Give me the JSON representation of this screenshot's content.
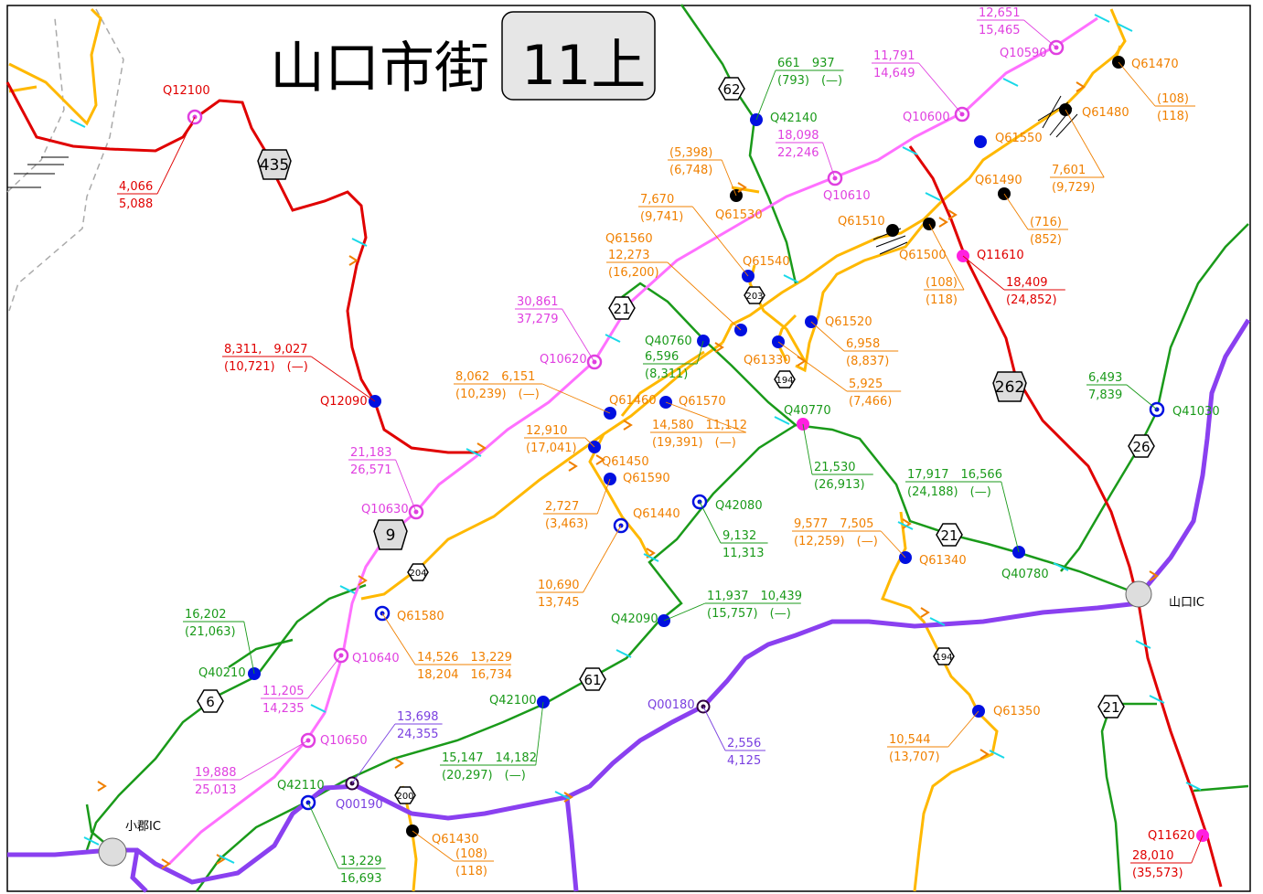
{
  "title": "山口市街",
  "sheet": "11上",
  "interchanges": [
    {
      "name": "山口IC"
    },
    {
      "name": "小郡IC"
    }
  ],
  "route_shields": [
    "435",
    "62",
    "21",
    "203",
    "194",
    "262",
    "26",
    "21",
    "9",
    "204",
    "6",
    "61",
    "194",
    "21",
    "200"
  ],
  "stations": [
    {
      "id": "Q12100",
      "vals": [
        "4,066",
        "5,088"
      ],
      "color": "#e00000"
    },
    {
      "id": "Q12090",
      "vals": [
        "8,311,　9,027",
        "(10,721)　(—)"
      ],
      "color": "#e00000"
    },
    {
      "id": "Q11610",
      "vals": [
        "18,409",
        "(24,852)"
      ],
      "color": "#e00000"
    },
    {
      "id": "Q11620",
      "vals": [
        "28,010",
        "(35,573)"
      ],
      "color": "#e00000"
    },
    {
      "id": "Q10590",
      "vals": [
        "12,651",
        "15,465"
      ],
      "color": "#e040e0"
    },
    {
      "id": "Q10600",
      "vals": [
        "11,791",
        "14,649"
      ],
      "color": "#e040e0"
    },
    {
      "id": "Q10610",
      "vals": [
        "18,098",
        "22,246"
      ],
      "color": "#e040e0"
    },
    {
      "id": "Q10620",
      "vals": [
        "30,861",
        "37,279"
      ],
      "color": "#e040e0"
    },
    {
      "id": "Q10630",
      "vals": [
        "21,183",
        "26,571"
      ],
      "color": "#e040e0"
    },
    {
      "id": "Q10640",
      "vals": [
        "11,205",
        "14,235"
      ],
      "color": "#e040e0"
    },
    {
      "id": "Q10650",
      "vals": [
        "19,888",
        "25,013"
      ],
      "color": "#e040e0"
    },
    {
      "id": "Q42140",
      "vals": [
        "661　937",
        "(793)　(—)"
      ],
      "color": "#1a9a1a"
    },
    {
      "id": "Q40760",
      "vals": [
        "6,596",
        "(8,311)"
      ],
      "color": "#1a9a1a"
    },
    {
      "id": "Q40770",
      "vals": [
        "21,530",
        "(26,913)"
      ],
      "color": "#1a9a1a"
    },
    {
      "id": "Q40780",
      "vals": [
        "17,917　16,566",
        "(24,188)　(—)"
      ],
      "color": "#1a9a1a"
    },
    {
      "id": "Q41030",
      "vals": [
        "6,493",
        "7,839"
      ],
      "color": "#1a9a1a"
    },
    {
      "id": "Q42080",
      "vals": [
        "9,132",
        "11,313"
      ],
      "color": "#1a9a1a"
    },
    {
      "id": "Q42090",
      "vals": [
        "11,937　10,439",
        "(15,757)　(—)"
      ],
      "color": "#1a9a1a"
    },
    {
      "id": "Q40210",
      "vals": [
        "16,202",
        "(21,063)"
      ],
      "color": "#1a9a1a"
    },
    {
      "id": "Q42100",
      "vals": [
        "15,147　14,182",
        "(20,297)　(—)"
      ],
      "color": "#1a9a1a"
    },
    {
      "id": "Q42110",
      "vals": [
        "13,229",
        "16,693"
      ],
      "color": "#1a9a1a"
    },
    {
      "id": "Q61470",
      "vals": [
        "(108)",
        "(118)"
      ],
      "color": "#f08000"
    },
    {
      "id": "Q61480",
      "vals": [
        "7,601",
        "(9,729)"
      ],
      "color": "#f08000"
    },
    {
      "id": "Q61550",
      "vals": [
        "",
        ""
      ],
      "color": "#f08000"
    },
    {
      "id": "Q61490",
      "vals": [
        "(716)",
        "(852)"
      ],
      "color": "#f08000"
    },
    {
      "id": "Q61510",
      "vals": [
        "",
        ""
      ],
      "color": "#f08000"
    },
    {
      "id": "Q61500",
      "vals": [
        "(108)",
        "(118)"
      ],
      "color": "#f08000"
    },
    {
      "id": "Q61530",
      "vals": [
        "(5,398)",
        "(6,748)"
      ],
      "color": "#f08000"
    },
    {
      "id": "Q61540",
      "vals": [
        "7,670",
        "(9,741)"
      ],
      "color": "#f08000"
    },
    {
      "id": "Q61560",
      "vals": [
        "12,273",
        "(16,200)"
      ],
      "color": "#f08000"
    },
    {
      "id": "Q61520",
      "vals": [
        "6,958",
        "(8,837)"
      ],
      "color": "#f08000"
    },
    {
      "id": "Q61330",
      "vals": [
        "5,925",
        "(7,466)"
      ],
      "color": "#f08000"
    },
    {
      "id": "Q61460",
      "vals": [
        "8,062　6,151",
        "(10,239)　(—)"
      ],
      "color": "#f08000"
    },
    {
      "id": "Q61570",
      "vals": [
        "14,580　11,112",
        "(19,391)　(—)"
      ],
      "color": "#f08000"
    },
    {
      "id": "Q61450",
      "vals": [
        "12,910",
        "(17,041)"
      ],
      "color": "#f08000"
    },
    {
      "id": "Q61590",
      "vals": [
        "2,727",
        "(3,463)"
      ],
      "color": "#f08000"
    },
    {
      "id": "Q61440",
      "vals": [
        "10,690",
        "13,745"
      ],
      "color": "#f08000"
    },
    {
      "id": "Q61580",
      "vals": [
        "14,526　13,229",
        "18,204　16,734"
      ],
      "color": "#f08000"
    },
    {
      "id": "Q61340",
      "vals": [
        "9,577　7,505",
        "(12,259)　(—)"
      ],
      "color": "#f08000"
    },
    {
      "id": "Q61350",
      "vals": [
        "10,544",
        "(13,707)"
      ],
      "color": "#f08000"
    },
    {
      "id": "Q61430",
      "vals": [
        "(108)",
        "(118)"
      ],
      "color": "#f08000"
    },
    {
      "id": "Q00180",
      "vals": [
        "2,556",
        "4,125"
      ],
      "color": "#7a40e0"
    },
    {
      "id": "Q00190",
      "vals": [
        "13,698",
        "24,355"
      ],
      "color": "#7a40e0"
    }
  ]
}
